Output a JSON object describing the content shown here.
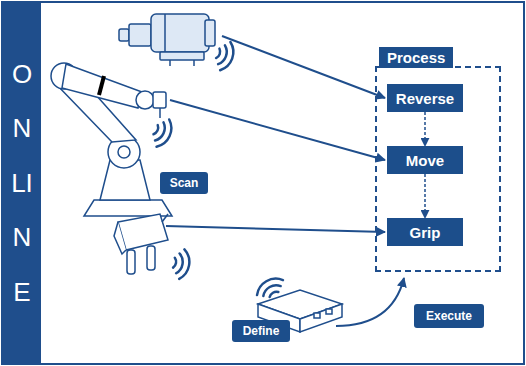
{
  "diagram": {
    "nodes": [
      {
        "text": [
          "ONLINE"
        ]
      },
      {
        "text": [
          "Process"
        ]
      },
      {
        "text": [
          "Reverse"
        ],
        "in": 1
      },
      {
        "text": [
          "Move"
        ],
        "in": 1
      },
      {
        "text": [
          "Grip"
        ],
        "in": 1
      },
      {
        "text": [
          "Scan"
        ]
      },
      {
        "text": [
          "Define"
        ]
      },
      {
        "text": [
          "Execute"
        ]
      }
    ],
    "edges": [
      {
        "from": 2,
        "to": 3,
        "arrow": "to"
      },
      {
        "from": 3,
        "to": 4,
        "arrow": "to"
      }
    ]
  }
}
